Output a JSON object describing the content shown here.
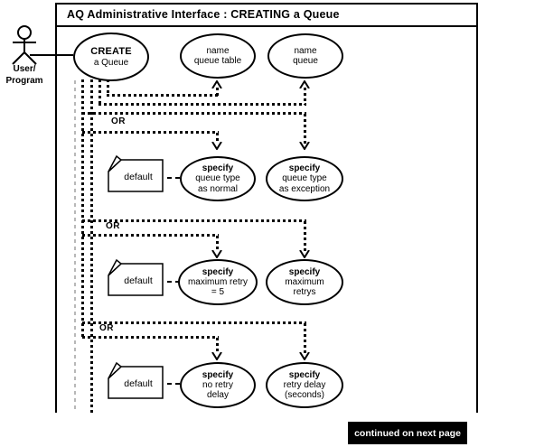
{
  "title": "AQ Administrative Interface : CREATING a Queue",
  "actor": {
    "label": [
      "User/",
      "Program"
    ]
  },
  "or_label": "OR",
  "default_label": "default",
  "continued_banner": "continued on next page",
  "nodes": {
    "create_queue": {
      "lines": [
        "CREATE",
        "a Queue"
      ]
    },
    "name_queue_table": {
      "lines": [
        "name",
        "queue table"
      ]
    },
    "name_queue": {
      "lines": [
        "name",
        "queue"
      ]
    },
    "queue_type_normal": {
      "lines": [
        "specify",
        "queue type",
        "as normal"
      ]
    },
    "queue_type_exception": {
      "lines": [
        "specify",
        "queue type",
        "as exception"
      ]
    },
    "maximum_retry_5": {
      "lines": [
        "specify",
        "maximum retry",
        "= 5"
      ]
    },
    "maximum_retrys": {
      "lines": [
        "specify",
        "maximum",
        "retrys"
      ]
    },
    "no_retry_delay": {
      "lines": [
        "specify",
        "no retry",
        "delay"
      ]
    },
    "retry_delay_seconds": {
      "lines": [
        "specify",
        "retry delay",
        "(seconds)"
      ]
    }
  },
  "icons": {
    "actor": "stick-figure",
    "default_note": "document-folded-corner",
    "arrows": "dotted-arrow"
  },
  "colors": {
    "line": "#000000",
    "gray_dashed_line": "#b8b8b8",
    "background": "#ffffff",
    "banner_bg": "#000000",
    "banner_text": "#ffffff"
  }
}
